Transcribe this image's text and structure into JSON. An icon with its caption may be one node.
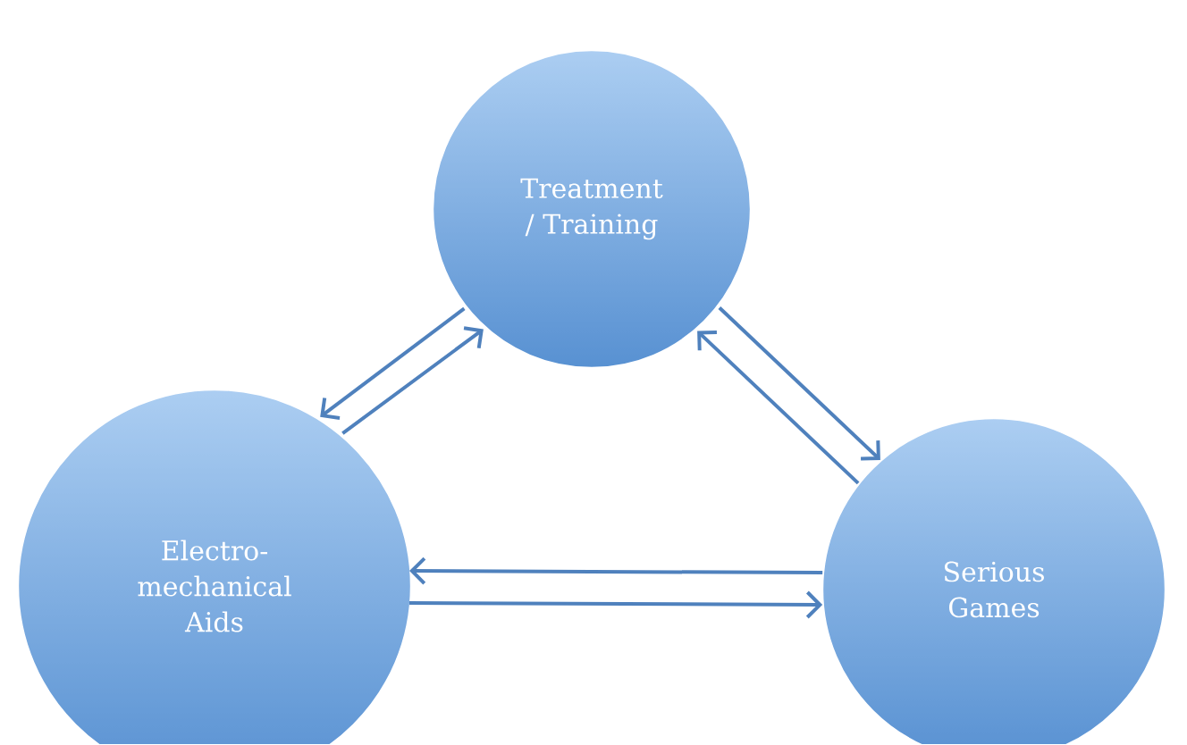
{
  "diagram": {
    "nodes": [
      {
        "text": [
          "Treatment / Training"
        ]
      },
      {
        "text": [
          "Electro-mechanical Aids"
        ]
      },
      {
        "text": [
          "Serious Games"
        ]
      }
    ],
    "edges": [
      {
        "from": 0,
        "to": 1,
        "arrow": "to"
      },
      {
        "from": 1,
        "to": 0,
        "arrow": "to"
      },
      {
        "from": 2,
        "to": 0,
        "arrow": "to"
      },
      {
        "from": 0,
        "to": 2,
        "arrow": "to"
      },
      {
        "from": 2,
        "to": 1,
        "arrow": "to"
      },
      {
        "from": 1,
        "to": 2,
        "arrow": "to"
      }
    ]
  }
}
